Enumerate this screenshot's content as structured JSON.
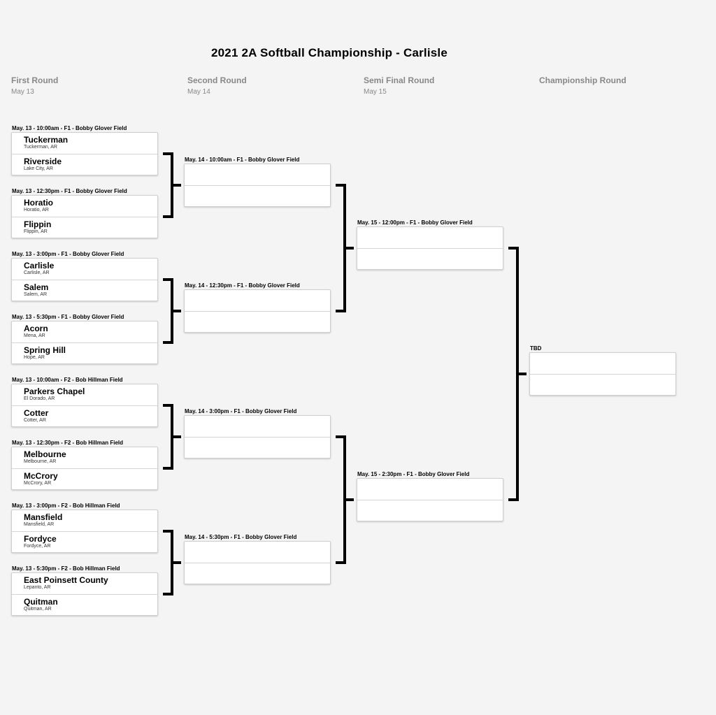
{
  "title": "2021 2A Softball Championship - Carlisle",
  "rounds": [
    {
      "name": "First Round",
      "date": "May 13"
    },
    {
      "name": "Second Round",
      "date": "May 14"
    },
    {
      "name": "Semi Final Round",
      "date": "May 15"
    },
    {
      "name": "Championship Round",
      "date": ""
    }
  ],
  "first_round": [
    {
      "label": "May. 13 - 10:00am - F1 - Bobby Glover Field",
      "teams": [
        {
          "name": "Tuckerman",
          "loc": "Tuckerman, AR"
        },
        {
          "name": "Riverside",
          "loc": "Lake City, AR"
        }
      ]
    },
    {
      "label": "May. 13 - 12:30pm - F1 - Bobby Glover Field",
      "teams": [
        {
          "name": "Horatio",
          "loc": "Horatio, AR"
        },
        {
          "name": "Flippin",
          "loc": "Flippin, AR"
        }
      ]
    },
    {
      "label": "May. 13 - 3:00pm - F1 - Bobby Glover Field",
      "teams": [
        {
          "name": "Carlisle",
          "loc": "Carlisle, AR"
        },
        {
          "name": "Salem",
          "loc": "Salem, AR"
        }
      ]
    },
    {
      "label": "May. 13 - 5:30pm - F1 - Bobby Glover Field",
      "teams": [
        {
          "name": "Acorn",
          "loc": "Mena, AR"
        },
        {
          "name": "Spring Hill",
          "loc": "Hope, AR"
        }
      ]
    },
    {
      "label": "May. 13 - 10:00am - F2 - Bob Hillman Field",
      "teams": [
        {
          "name": "Parkers Chapel",
          "loc": "El Dorado, AR"
        },
        {
          "name": "Cotter",
          "loc": "Cotter, AR"
        }
      ]
    },
    {
      "label": "May. 13 - 12:30pm - F2 - Bob Hillman Field",
      "teams": [
        {
          "name": "Melbourne",
          "loc": "Melbourne, AR"
        },
        {
          "name": "McCrory",
          "loc": "McCrory, AR"
        }
      ]
    },
    {
      "label": "May. 13 - 3:00pm - F2 - Bob Hillman Field",
      "teams": [
        {
          "name": "Mansfield",
          "loc": "Mansfield, AR"
        },
        {
          "name": "Fordyce",
          "loc": "Fordyce, AR"
        }
      ]
    },
    {
      "label": "May. 13 - 5:30pm - F2 - Bob Hillman Field",
      "teams": [
        {
          "name": "East Poinsett County",
          "loc": "Lepanto, AR"
        },
        {
          "name": "Quitman",
          "loc": "Quitman, AR"
        }
      ]
    }
  ],
  "second_round": [
    {
      "label": "May. 14 - 10:00am - F1 - Bobby Glover Field"
    },
    {
      "label": "May. 14 - 12:30pm - F1 - Bobby Glover Field"
    },
    {
      "label": "May. 14 - 3:00pm - F1 - Bobby Glover Field"
    },
    {
      "label": "May. 14 - 5:30pm - F1 - Bobby Glover Field"
    }
  ],
  "semi_final_round": [
    {
      "label": "May. 15 - 12:00pm - F1 - Bobby Glover Field"
    },
    {
      "label": "May. 15 - 2:30pm - F1 - Bobby Glover Field"
    }
  ],
  "championship_round": [
    {
      "label": "TBD"
    }
  ],
  "colors": {
    "background": "#f4f4f4",
    "box": "#ffffff",
    "connector": "#000000",
    "round_header": "#888888"
  }
}
